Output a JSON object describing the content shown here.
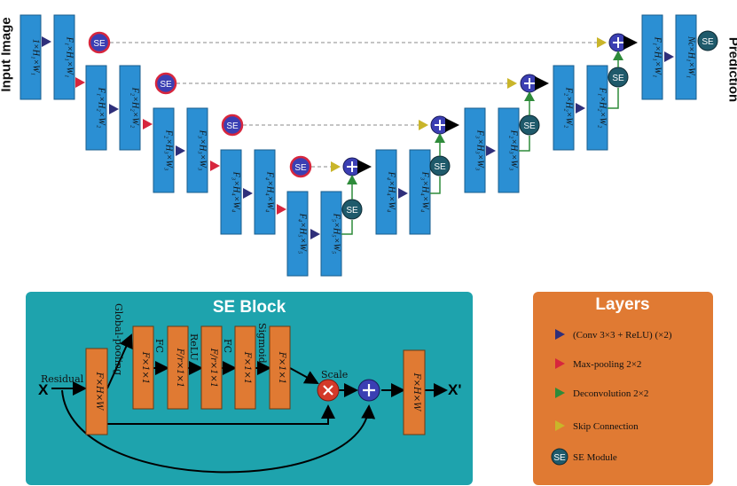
{
  "labels": {
    "input": "Input Image",
    "prediction": "Prediction",
    "se": "SE"
  },
  "unet_blocks": [
    "1×H₁×W₁",
    "F₁×H₁×W₁",
    "F₁×H₂×W₂",
    "F₂×H₂×W₂",
    "F₂×H₃×W₃",
    "F₃×H₃×W₃",
    "F₃×H₄×W₄",
    "F₄×H₄×W₄",
    "F₄×H₅×W₅",
    "F₅×H₅×W₅",
    "F₄×H₄×W₄",
    "F₃×H₄×W₄",
    "F₃×H₃×W₃",
    "F₂×H₃×W₃",
    "F₂×H₂×W₂",
    "F₁×H₂×W₂",
    "F₁×H₁×W₁",
    "Nc×H₁×W₁"
  ],
  "se_block": {
    "title": "SE Block",
    "input": "X",
    "output": "X'",
    "residual": "Residual",
    "global_pooling": "Global-pooling",
    "fc1": "FC",
    "relu": "ReLU",
    "fc2": "FC",
    "sigmoid": "Sigmoid",
    "scale": "Scale",
    "boxes": [
      "F×H×W",
      "F×1×1",
      "F/r×1×1",
      "F/r×1×1",
      "F×1×1",
      "F×1×1",
      "F×H×W"
    ]
  },
  "legend": {
    "title": "Layers",
    "items": [
      {
        "label": "(Conv 3×3 + ReLU) (×2)",
        "color": "#2f2f7a"
      },
      {
        "label": "Max-pooling 2×2",
        "color": "#d7263d"
      },
      {
        "label": "Deconvolution 2×2",
        "color": "#2e8b3a"
      },
      {
        "label": "Skip Connection",
        "color": "#c9b52a"
      },
      {
        "label": "SE Module",
        "color": "#1f5a6b"
      }
    ]
  },
  "colors": {
    "block": "#2b8fd3",
    "se_bg": "#1ea3ad",
    "legend_bg": "#e07a33",
    "orange_box": "#e07a33",
    "plus_circle": "#3b3fb3",
    "scale_circle": "#d33a2a"
  }
}
